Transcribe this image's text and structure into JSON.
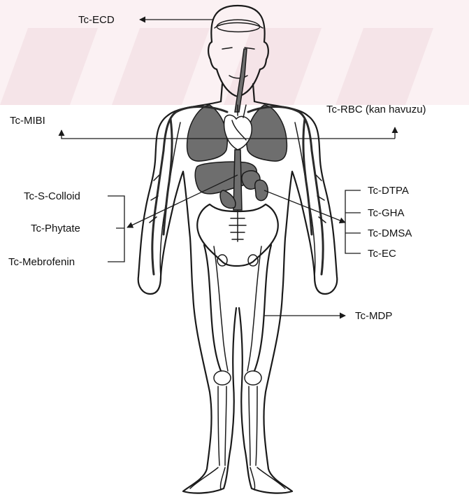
{
  "labels": {
    "ecd": "Tc-ECD",
    "mibi": "Tc-MIBI",
    "rbc": "Tc-RBC (kan havuzu)",
    "s_colloid": "Tc-S-Colloid",
    "phytate": "Tc-Phytate",
    "mebrofenin": "Tc-Mebrofenin",
    "dtpa": "Tc-DTPA",
    "gha": "Tc-GHA",
    "dmsa": "Tc-DMSA",
    "ec": "Tc-EC",
    "mdp": "Tc-MDP"
  },
  "colors": {
    "line": "#1a1a1a",
    "organ_fill": "#6e6e6e",
    "watermark": "#f2d8dd",
    "background": "#ffffff"
  }
}
